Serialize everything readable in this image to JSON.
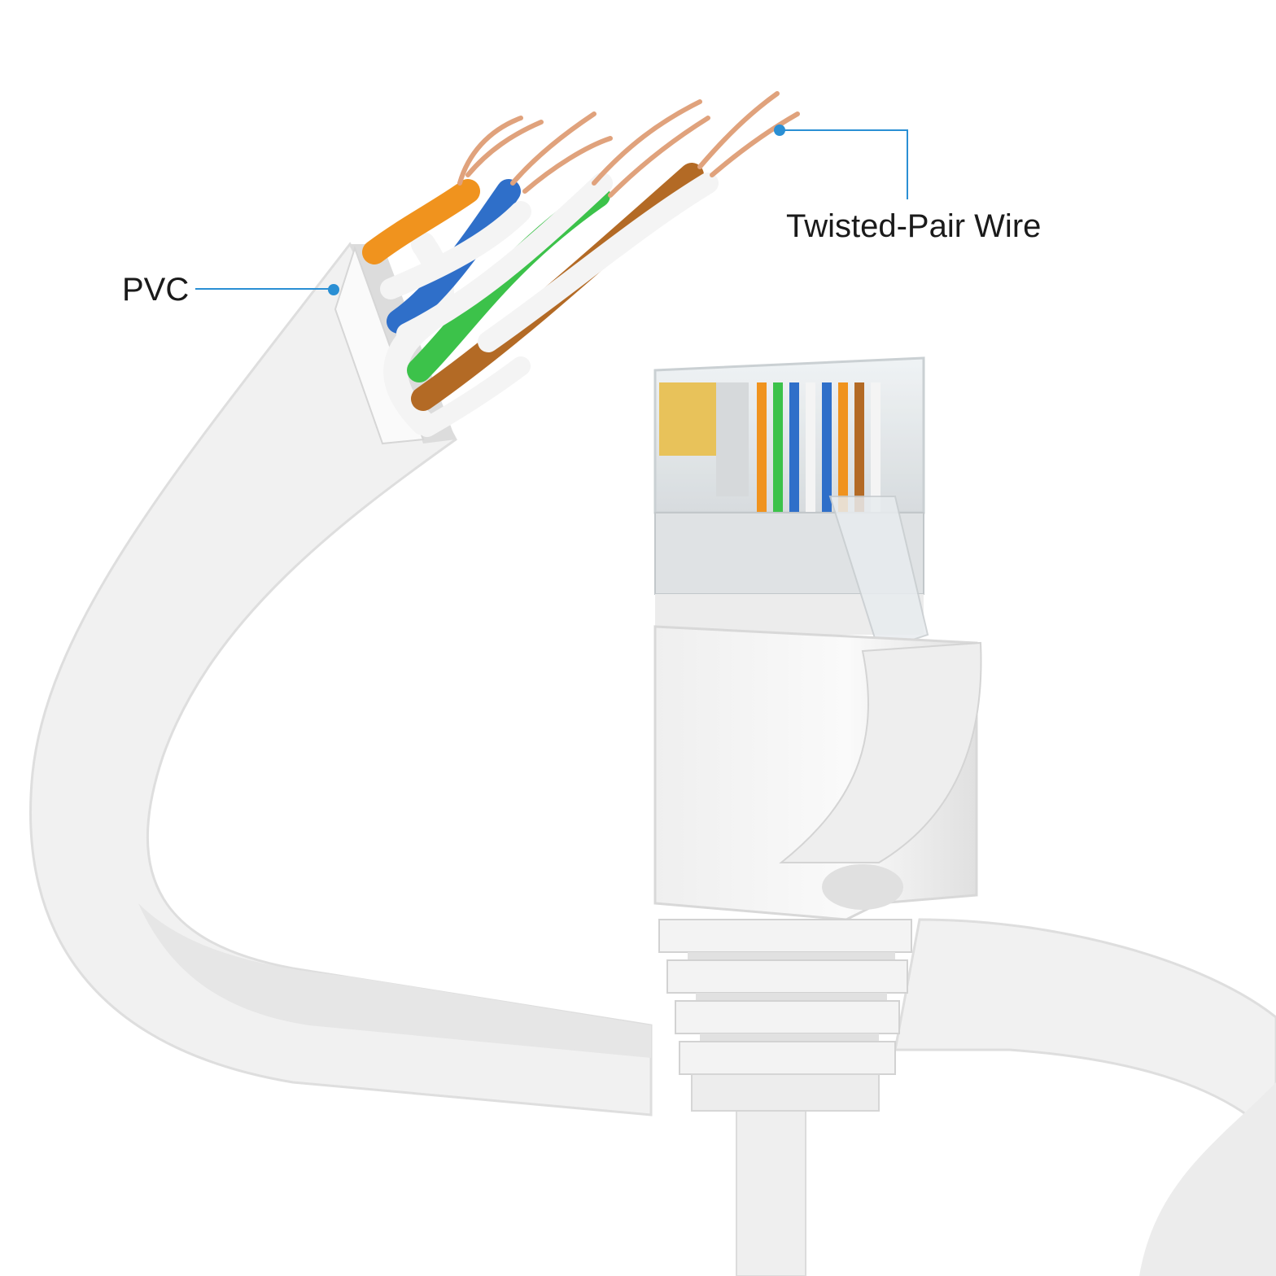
{
  "callouts": {
    "pvc": "PVC",
    "twisted_pair": "Twisted-Pair Wire"
  },
  "colors": {
    "background": "#ffffff",
    "callout_line": "#2a8fd4",
    "cable_jacket": "#f2f2f2",
    "copper": "#e0a27c",
    "wire_orange": "#f0931e",
    "wire_blue": "#2f6fc9",
    "wire_green": "#3cc24a",
    "wire_brown": "#b36a25",
    "wire_white": "#f4f4f4"
  },
  "icons": [
    "cable-illustration",
    "rj45-connector",
    "callout-dot"
  ]
}
